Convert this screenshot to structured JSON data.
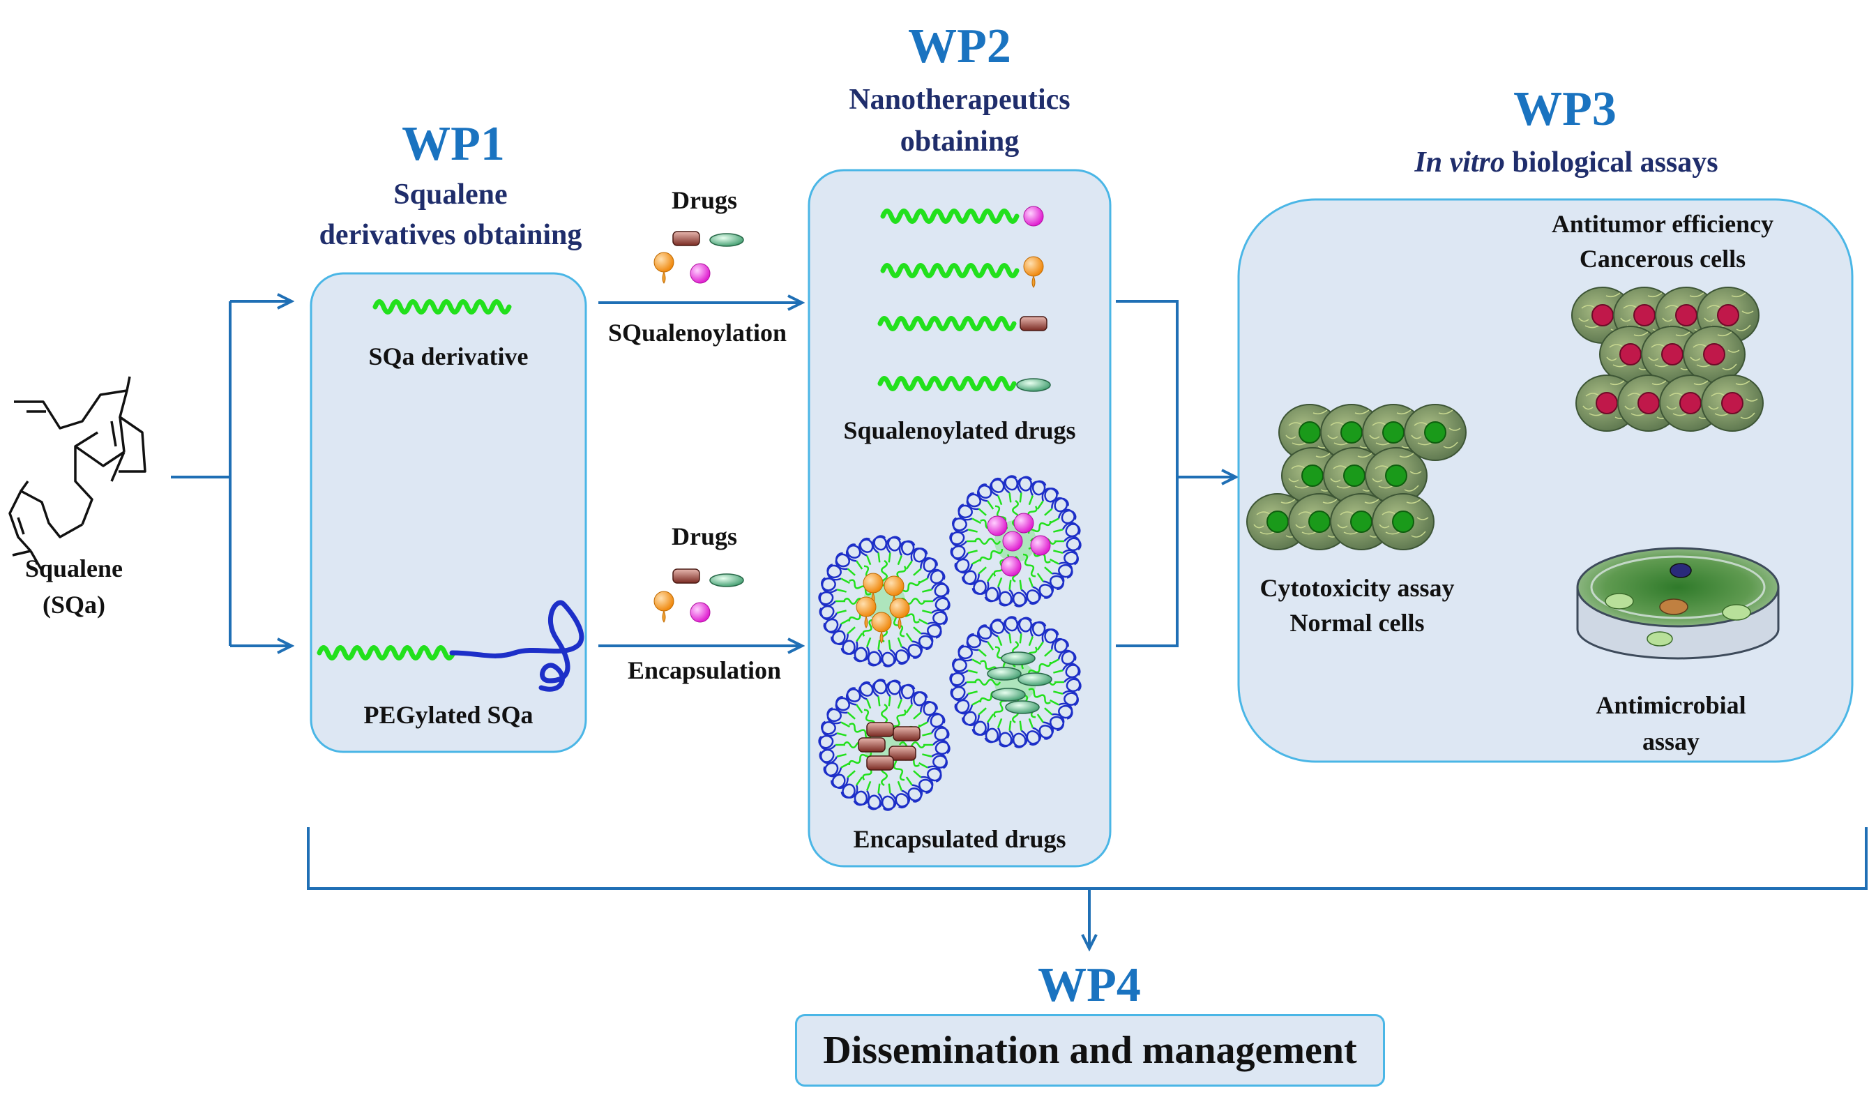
{
  "wp1": {
    "title": "WP1",
    "subtitle_line1": "Squalene",
    "subtitle_line2": "derivatives obtaining",
    "sqa_derivative": "SQa derivative",
    "pegylated": "PEGylated SQa"
  },
  "squalene": {
    "line1": "Squalene",
    "line2": "(SQa)"
  },
  "flow": {
    "drugs_top": "Drugs",
    "squalenoylation": "SQualenoylation",
    "drugs_bottom": "Drugs",
    "encapsulation": "Encapsulation"
  },
  "wp2": {
    "title": "WP2",
    "subtitle_line1": "Nanotherapeutics",
    "subtitle_line2": "obtaining",
    "squalenoylated": "Squalenoylated drugs",
    "encapsulated": "Encapsulated drugs"
  },
  "wp3": {
    "title": "WP3",
    "subtitle_italic": "In vitro",
    "subtitle_rest": " biological assays",
    "antitumor_line1": "Antitumor efficiency",
    "antitumor_line2": "Cancerous cells",
    "cytotox_line1": "Cytotoxicity assay",
    "cytotox_line2": "Normal cells",
    "antimicrobial_line1": "Antimicrobial",
    "antimicrobial_line2": "assay"
  },
  "wp4": {
    "title": "WP4",
    "box": "Dissemination and management"
  },
  "colors": {
    "accent_blue": "#1a73c0",
    "arrow_blue": "#1f6fb5",
    "panel_fill": "#dde7f3",
    "panel_border": "#4ab6e6",
    "chain_green": "#22e01c",
    "peg_blue": "#1d2fc8",
    "cell_green": "#6f8f5a",
    "nucleus_green": "#1a9a1a",
    "nucleus_red": "#c0184a"
  }
}
